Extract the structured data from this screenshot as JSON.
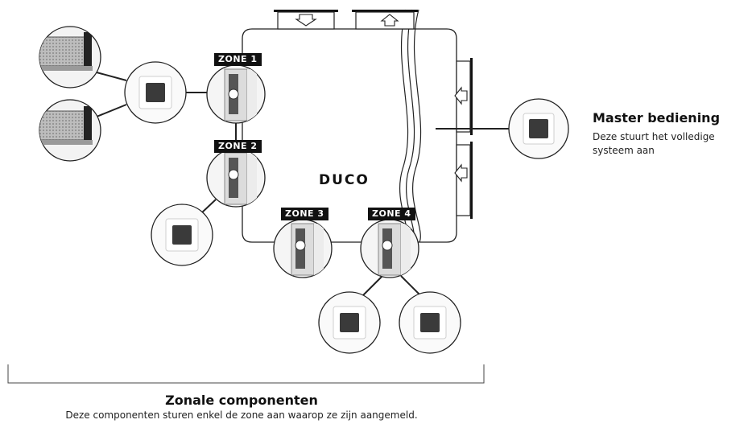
{
  "brand": "DUCO",
  "zones": [
    "ZONE 1",
    "ZONE 2",
    "ZONE 3",
    "ZONE 4"
  ],
  "master": {
    "title": "Master bediening",
    "description_line1": "Deze stuurt het volledige",
    "description_line2": "systeem aan"
  },
  "zonal": {
    "title": "Zonale componenten",
    "description": "Deze componenten sturen enkel de zone aan waarop ze zijn aangemeld."
  },
  "colors": {
    "line": "#222222",
    "label_bg": "#111111",
    "label_text": "#ffffff",
    "device_face": "#3a3a3a"
  }
}
